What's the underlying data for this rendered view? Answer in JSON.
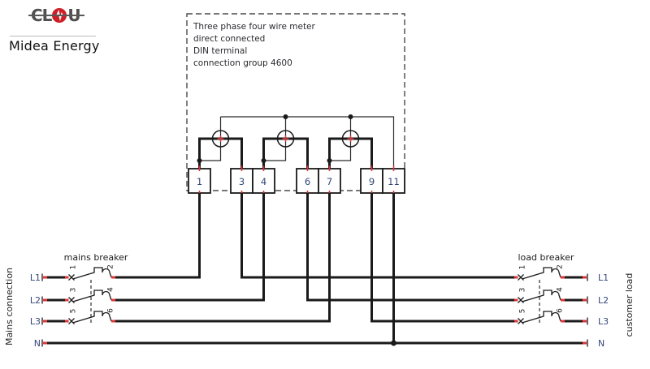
{
  "logo": {
    "brand_left": "CL",
    "brand_right": "U",
    "subtitle": "Midea Energy",
    "brand_color": "#4f4f4f",
    "accent_red": "#cc2027"
  },
  "meter": {
    "description_lines": [
      "Three phase four wire meter",
      "direct connected",
      "DIN terminal",
      "connection group 4600"
    ],
    "terminals": [
      "1",
      "3",
      "4",
      "6",
      "7",
      "9",
      "11"
    ]
  },
  "mains": {
    "side_label": "Mains connection",
    "breaker_label": "mains breaker",
    "phase_labels": [
      "L1",
      "L2",
      "L3",
      "N"
    ],
    "pole_numbers": [
      "1",
      "2",
      "3",
      "4",
      "5",
      "6"
    ]
  },
  "load": {
    "side_label": "customer load",
    "breaker_label": "load breaker",
    "phase_labels": [
      "L1",
      "L2",
      "L3",
      "N"
    ],
    "pole_numbers": [
      "1",
      "2",
      "3",
      "4",
      "5",
      "6"
    ]
  },
  "colors": {
    "wire": "#1a1a1a",
    "phase_label_blue": "#35487b",
    "connection_point_red": "#e03537",
    "background": "#ffffff"
  }
}
